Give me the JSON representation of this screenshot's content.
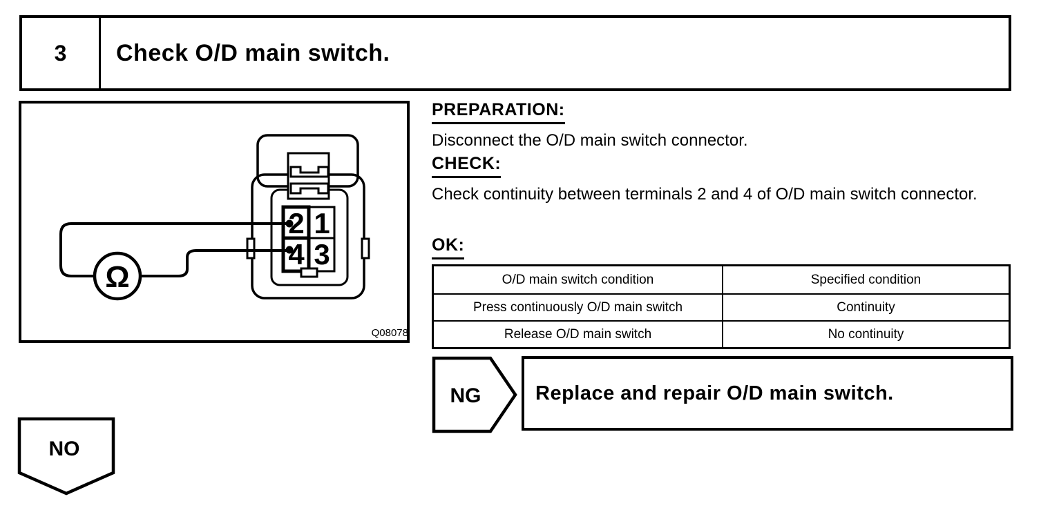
{
  "step": {
    "number": "3",
    "title": "Check O/D main switch."
  },
  "sections": {
    "preparation": {
      "heading": "PREPARATION:",
      "text": "Disconnect the O/D main switch connector."
    },
    "check": {
      "heading": "CHECK:",
      "text": "Check continuity between terminals 2 and 4 of O/D main switch connector."
    },
    "ok": {
      "heading": "OK:"
    }
  },
  "table": {
    "headers": [
      "O/D main switch condition",
      "Specified condition"
    ],
    "rows": [
      [
        "Press continuously O/D main switch",
        "Continuity"
      ],
      [
        "Release O/D main switch",
        "No continuity"
      ]
    ]
  },
  "ng": {
    "label": "NG",
    "action": "Replace and repair O/D main switch."
  },
  "no": {
    "label": "NO"
  },
  "figure": {
    "figure_id": "Q08078",
    "meter_symbol": "Ω",
    "terminals": [
      "2",
      "1",
      "4",
      "3"
    ]
  },
  "colors": {
    "ink": "#000000",
    "paper": "#ffffff"
  }
}
